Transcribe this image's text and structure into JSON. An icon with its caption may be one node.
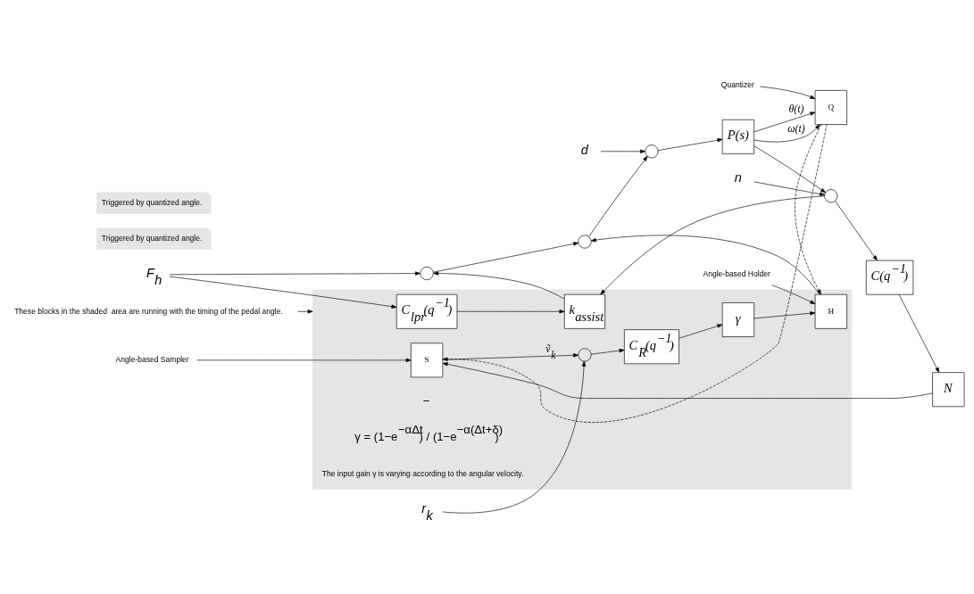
{
  "diagram": {
    "nodes": [
      {
        "text": [
          "F$_{h}$"
        ]
      },
      {
        "text": [],
        "shape": "circle"
      },
      {
        "text": [],
        "shape": "box"
      },
      {
        "text": [
          "C$_{lpr}$(q$^{−1}$)"
        ],
        "in": 2
      },
      {
        "text": [
          "k$_{assist}$"
        ],
        "in": 2
      },
      {
        "text": [
          "r$_{k}$"
        ]
      },
      {
        "text": [],
        "shape": "circle",
        "in": 2
      },
      {
        "text": [
          "C$_{R}$(q$^{−1}$)"
        ],
        "in": 2
      },
      {
        "text": [
          "γ"
        ],
        "in": 2
      },
      {
        "text": [
          "H"
        ],
        "in": 2
      },
      {
        "text": [
          "S"
        ],
        "in": 2
      },
      {
        "text": [
          "Angle-based Holder"
        ]
      },
      {
        "text": [
          "Triggered by quantized angle."
        ]
      },
      {
        "text": [
          "d"
        ]
      },
      {
        "text": [],
        "shape": "circle"
      },
      {
        "text": [],
        "shape": "circle"
      },
      {
        "text": [
          "P(s)"
        ]
      },
      {
        "text": [
          "Q"
        ]
      },
      {
        "text": [],
        "shape": "circle"
      },
      {
        "text": [
          "n"
        ]
      },
      {
        "text": [
          "N"
        ]
      },
      {
        "text": [
          "C(q$^{−1}$)"
        ]
      },
      {
        "text": [
          "Triggered by quantized angle."
        ]
      },
      {
        "text": [
          "Angle-based Sampler"
        ]
      },
      {
        "text": [
          "These blocks in the shaded  area are running with the timing of the pedal angle."
        ]
      },
      {
        "text": [
          "Quantizer"
        ]
      }
    ],
    "edges": [
      {
        "from": 0,
        "to": 1,
        "arrow": "to"
      },
      {
        "from": 0,
        "to": 3,
        "arrow": "to"
      },
      {
        "from": 3,
        "to": 4,
        "arrow": "to"
      },
      {
        "from": 4,
        "to": 1,
        "arrow": "to"
      },
      {
        "from": 5,
        "to": 6,
        "arrow": "to"
      },
      {
        "from": 6,
        "to": 7,
        "arrow": "to"
      },
      {
        "from": 7,
        "to": 8,
        "arrow": "to"
      },
      {
        "from": 8,
        "to": 9,
        "arrow": "to"
      },
      {
        "from": 9,
        "to": 14,
        "arrow": "to"
      },
      {
        "from": 1,
        "to": 14,
        "arrow": "to"
      },
      {
        "from": 14,
        "to": 15,
        "arrow": "to"
      },
      {
        "from": 13,
        "to": 15,
        "arrow": "to"
      },
      {
        "from": 15,
        "to": 16,
        "arrow": "to"
      },
      {
        "from": 16,
        "to": 17,
        "label": "θ(t)",
        "arrow": "to"
      },
      {
        "from": 16,
        "to": 17,
        "label": "ω(t)",
        "arrow": "to"
      },
      {
        "from": 16,
        "to": 18,
        "arrow": "to"
      },
      {
        "from": 19,
        "to": 18,
        "arrow": "to"
      },
      {
        "from": 18,
        "to": 4,
        "arrow": "to"
      },
      {
        "from": 18,
        "to": 21,
        "arrow": "to"
      },
      {
        "from": 21,
        "to": 20,
        "arrow": "to"
      },
      {
        "from": 20,
        "to": 10,
        "arrow": "to"
      },
      {
        "from": 10,
        "to": 6,
        "label": "ṽ$_{k}$",
        "arrow": "to"
      },
      {
        "from": 17,
        "to": 9,
        "arrow": "to",
        "style": "dashed"
      },
      {
        "from": 17,
        "to": 10,
        "arrow": "to",
        "style": "dashed"
      },
      {
        "from": 11,
        "to": 9,
        "arrow": "to"
      },
      {
        "from": 23,
        "to": 10,
        "arrow": "to"
      },
      {
        "from": 24,
        "to": 2,
        "arrow": "to"
      },
      {
        "from": 25,
        "to": 17,
        "arrow": "to"
      }
    ],
    "labels": [
      "−",
      "γ = (1−e$^{−αΔt}$) / (1−e$^{−α(Δt+δ)}$)",
      "The input gain γ is varying according to the angular velocity."
    ]
  }
}
